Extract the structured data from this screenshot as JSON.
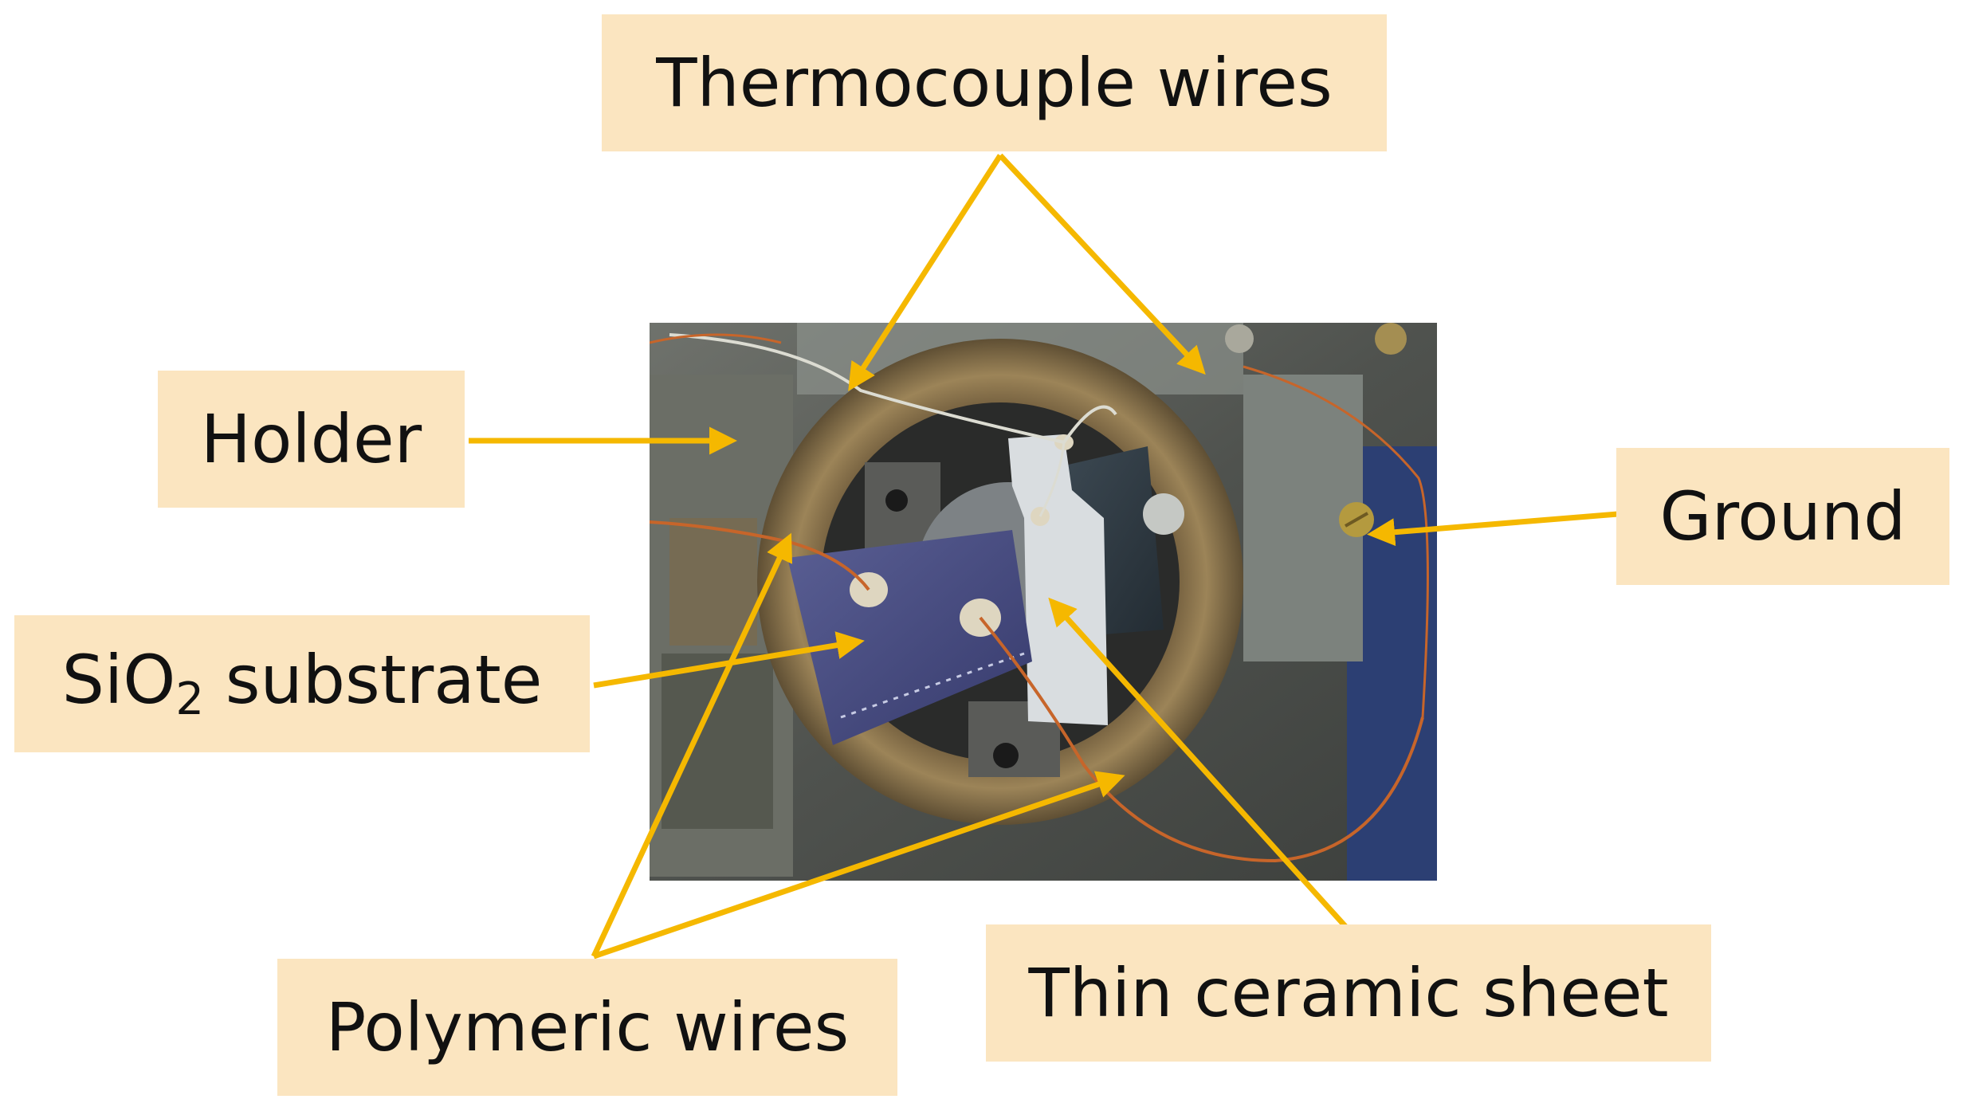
{
  "labels": {
    "thermocouple": "Thermocouple wires",
    "holder": "Holder",
    "ground": "Ground",
    "substrate_prefix": "SiO",
    "substrate_sub": "2",
    "substrate_suffix": " substrate",
    "polymeric": "Polymeric wires",
    "ceramic": "Thin ceramic sheet"
  },
  "colors": {
    "arrow": "#f5b800",
    "label_bg": "#fbe5c0",
    "photo_bg": "#5b5e5a",
    "ring": "#8a7350",
    "substrate": "#4a4f86",
    "ceramic": "#d8dce0",
    "copper_wire": "#c7652a"
  }
}
